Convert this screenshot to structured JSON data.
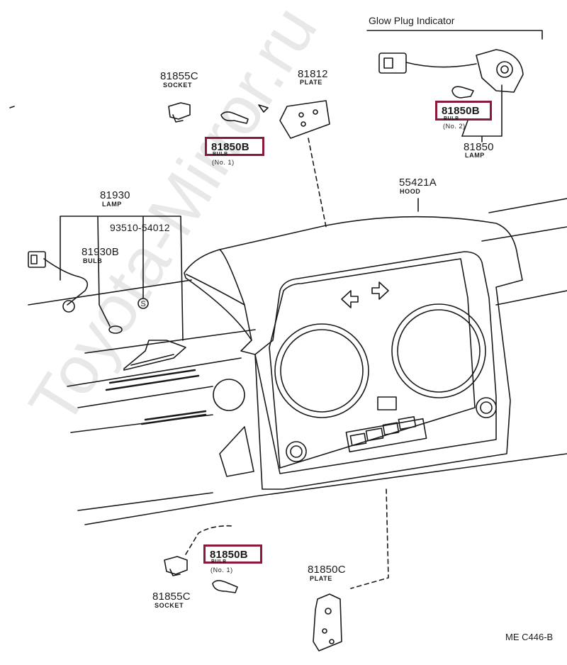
{
  "header": {
    "indicator_title": "Glow Plug Indicator"
  },
  "parts": {
    "socket_top": {
      "number": "81855C",
      "name": "SOCKET"
    },
    "bulb_no1_top": {
      "number": "81850B",
      "name": "BULB",
      "note": "(No. 1)"
    },
    "plate_top": {
      "number": "81812",
      "name": "PLATE"
    },
    "bulb_no2": {
      "number": "81850B",
      "name": "BULB",
      "note": "(No. 2)"
    },
    "lamp_glow": {
      "number": "81850",
      "name": "LAMP"
    },
    "hood": {
      "number": "55421A",
      "name": "HOOD"
    },
    "lamp_left": {
      "number": "81930",
      "name": "LAMP"
    },
    "screw": {
      "number": "93510-54012"
    },
    "bulb_left": {
      "number": "81930B",
      "name": "BULB"
    },
    "bulb_no1_bottom": {
      "number": "81850B",
      "name": "BULB",
      "note": "(No. 1)"
    },
    "plate_bottom": {
      "number": "81850C",
      "name": "PLATE"
    },
    "socket_bottom": {
      "number": "81855C",
      "name": "SOCKET"
    }
  },
  "symbols": {
    "screw_marker": "S"
  },
  "diagram_code": "ME C446-B",
  "watermark": "Toyota-Mirror.ru",
  "colors": {
    "highlight": "#8b1a3a",
    "line": "#1a1a1a",
    "watermark": "#d7d7d7"
  }
}
